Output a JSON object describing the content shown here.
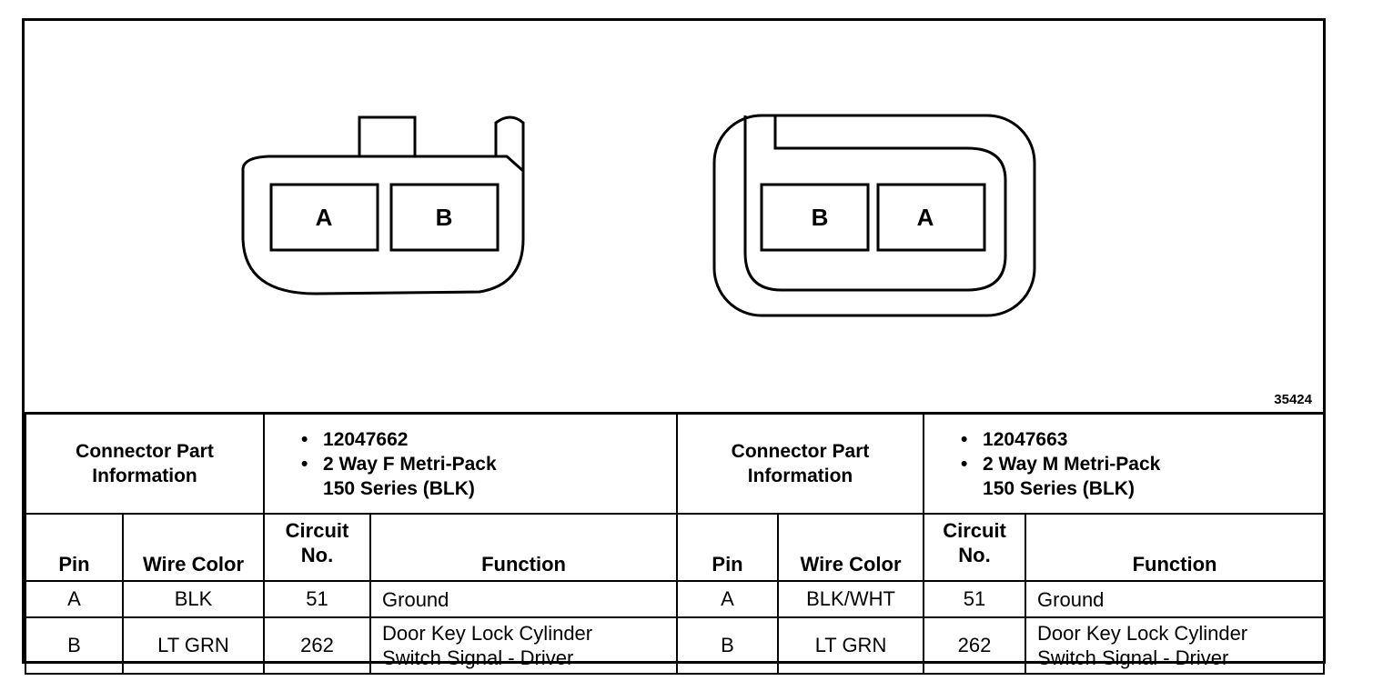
{
  "diagram": {
    "ref_number": "35424",
    "connector_left": {
      "pins": [
        "A",
        "B"
      ]
    },
    "connector_right": {
      "pins": [
        "B",
        "A"
      ]
    }
  },
  "table": {
    "left": {
      "info_label": "Connector Part Information",
      "part_number": "12047662",
      "description_line1": "2 Way F Metri-Pack",
      "description_line2": "150 Series (BLK)"
    },
    "right": {
      "info_label": "Connector Part Information",
      "part_number": "12047663",
      "description_line1": "2 Way M Metri-Pack",
      "description_line2": "150 Series (BLK)"
    },
    "headers": {
      "pin": "Pin",
      "wire_color": "Wire Color",
      "circuit_line1": "Circuit",
      "circuit_line2": "No.",
      "function": "Function"
    },
    "left_rows": [
      {
        "pin": "A",
        "wire_color": "BLK",
        "circuit": "51",
        "function_line1": "Ground",
        "function_line2": ""
      },
      {
        "pin": "B",
        "wire_color": "LT GRN",
        "circuit": "262",
        "function_line1": "Door Key Lock Cylinder",
        "function_line2": "Switch Signal - Driver"
      }
    ],
    "right_rows": [
      {
        "pin": "A",
        "wire_color": "BLK/WHT",
        "circuit": "51",
        "function_line1": "Ground",
        "function_line2": ""
      },
      {
        "pin": "B",
        "wire_color": "LT GRN",
        "circuit": "262",
        "function_line1": "Door Key Lock Cylinder",
        "function_line2": "Switch Signal - Driver"
      }
    ]
  }
}
